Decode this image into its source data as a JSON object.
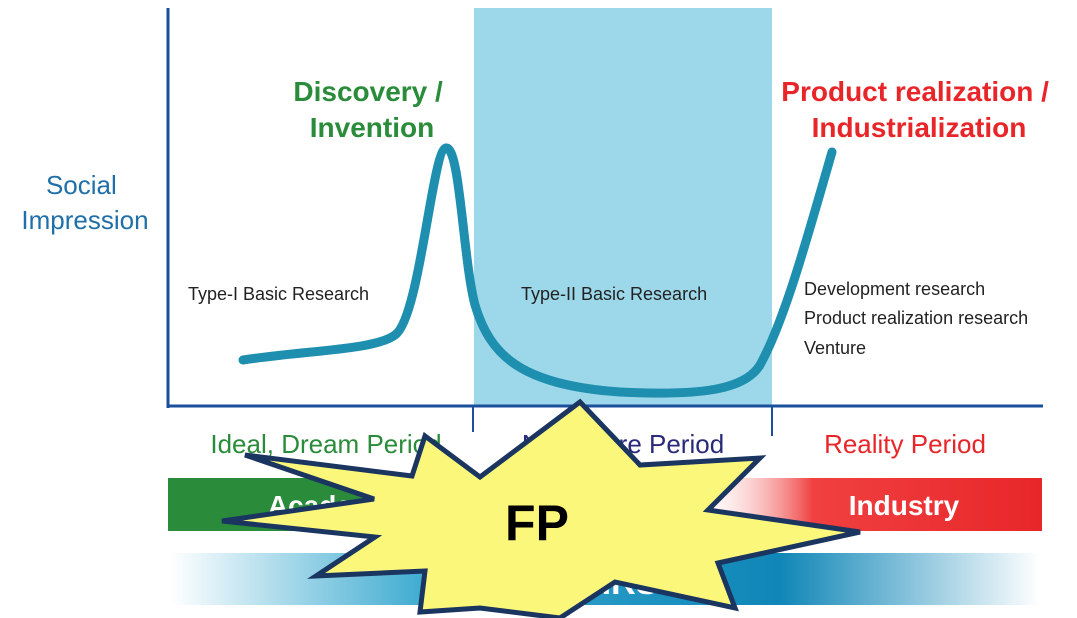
{
  "y_axis_label": [
    "Social",
    "Impression"
  ],
  "peaks": {
    "discovery": [
      "Discovery /",
      "Invention"
    ],
    "product": [
      "Product realization /",
      "Industrialization"
    ]
  },
  "research": {
    "type1": "Type-I Basic Research",
    "type2": "Type-II Basic Research",
    "industry_lines": [
      "Development research",
      "Product realization research",
      "Venture"
    ]
  },
  "periods": {
    "ideal": "Ideal, Dream Period",
    "nightmare": "Nightmare Period",
    "reality": "Reality Period"
  },
  "bars": {
    "academia": "Academia",
    "industry": "Industry",
    "bottom": "FIRST"
  },
  "badge": "FP",
  "colors": {
    "curve": "#1f8fb0",
    "axis": "#1a4f9c",
    "nightmare_band": "#9dd8ea",
    "green": "#2a8c3a",
    "red": "#e8262a",
    "navy": "#2a2a7a",
    "badge_fill": "#fbf77a",
    "badge_stroke": "#1a3560"
  }
}
